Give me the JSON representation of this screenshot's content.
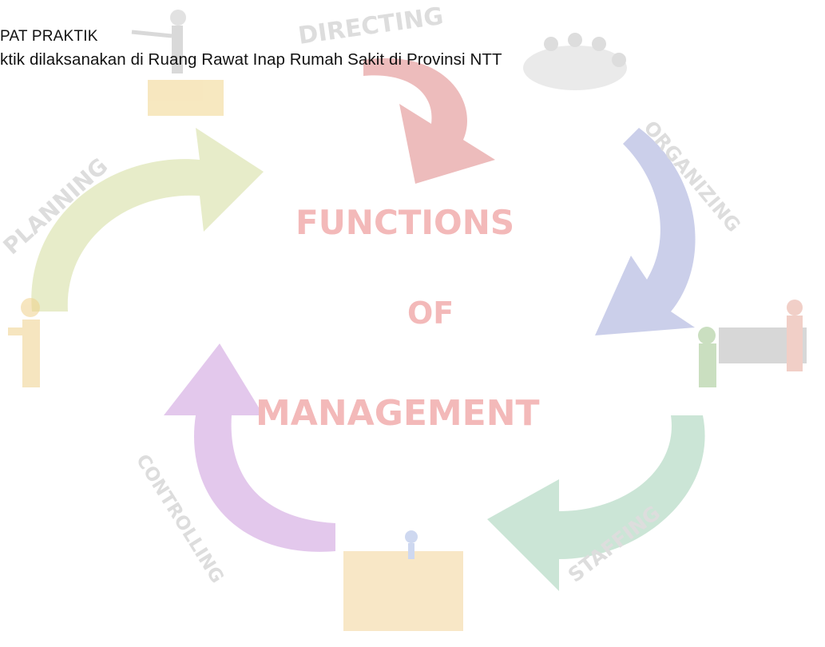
{
  "document": {
    "heading": "PAT PRAKTIK",
    "body_line": "ktik dilaksanakan di Ruang Rawat Inap Rumah Sakit di Provinsi NTT"
  },
  "watermark": {
    "title_line_1": "FUNCTIONS",
    "title_line_2": "OF",
    "title_line_3": "MANAGEMENT",
    "labels": {
      "directing": "DIRECTING",
      "organizing": "ORGANIZING",
      "staffing": "STAFFING",
      "controlling": "CONTROLLING",
      "planning": "PLANNING"
    },
    "colors": {
      "title": "#f3b9b9",
      "directing_arrow": "#e7a5a5",
      "organizing_arrow": "#b9bfe3",
      "staffing_arrow": "#b9dcc8",
      "controlling_arrow": "#d9b6e6",
      "planning_arrow": "#dfe6b7",
      "label": "#dddddd"
    }
  }
}
